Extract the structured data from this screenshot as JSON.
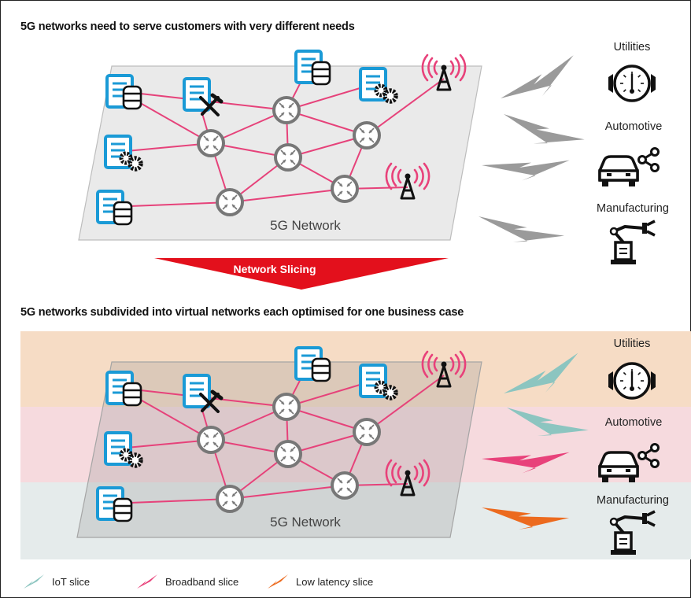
{
  "headings": {
    "top": "5G networks need to serve customers with very different needs",
    "bottom": "5G networks subdivided into virtual networks each optimised for one business case"
  },
  "network": {
    "label": "5G Network"
  },
  "slicing_banner": {
    "label": "Network Slicing"
  },
  "customers": {
    "utilities": "Utilities",
    "automotive": "Automotive",
    "manufacturing": "Manufacturing"
  },
  "legend": {
    "iot": "IoT slice",
    "broadband": "Broadband slice",
    "low_latency": "Low latency slice"
  },
  "colors": {
    "link": "#e6427a",
    "server": "#1a9ad6",
    "plane": "#eaeaea",
    "bolt_gray": "#9a9a9a",
    "iot": "#8cc5c0",
    "broadband": "#e8417a",
    "low_latency": "#ec6a1e",
    "band_utilities": "#f6dcc5",
    "band_automotive": "#f6dade",
    "band_manufacturing": "#e5ebeb",
    "banner": "#e3101c"
  },
  "icons": [
    "server-storage-icon",
    "server-tools-icon",
    "server-settings-icon",
    "router-icon",
    "antenna-icon",
    "gauge-icon",
    "car-share-icon",
    "robot-arm-icon"
  ]
}
